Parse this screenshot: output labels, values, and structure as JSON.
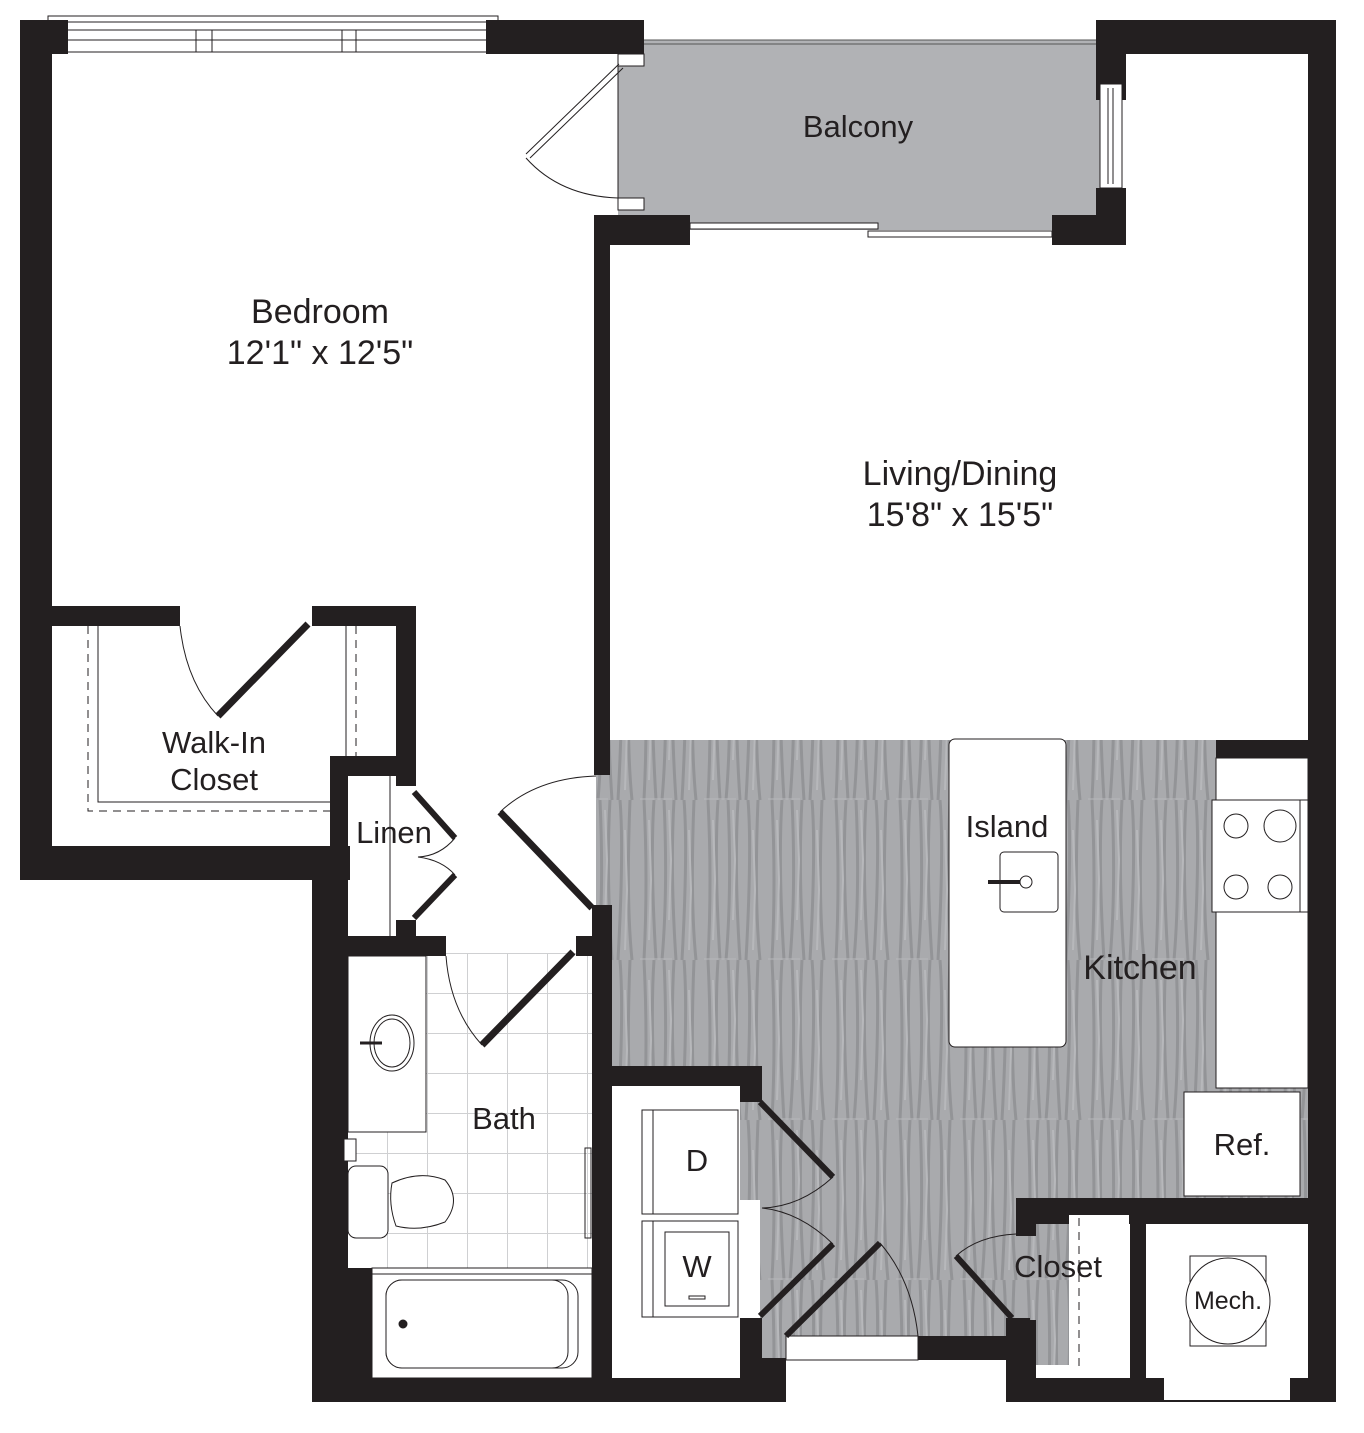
{
  "floorplan": {
    "colors": {
      "wall": "#231f20",
      "balcony": "#b1b2b5",
      "wood_floor": "#a7a8ab",
      "wood_grain": "#939497",
      "tile_grid": "#cfd0d2",
      "background": "#ffffff"
    },
    "rooms": {
      "balcony": {
        "name": "Balcony"
      },
      "bedroom": {
        "name": "Bedroom",
        "dimensions": "12'1\" x 12'5\""
      },
      "living": {
        "name": "Living/Dining",
        "dimensions": "15'8\" x 15'5\""
      },
      "walk_in": {
        "line1": "Walk-In",
        "line2": "Closet"
      },
      "linen": {
        "name": "Linen"
      },
      "island": {
        "name": "Island"
      },
      "kitchen": {
        "name": "Kitchen"
      },
      "bath": {
        "name": "Bath"
      },
      "dryer": {
        "name": "D"
      },
      "washer": {
        "name": "W"
      },
      "ref": {
        "name": "Ref."
      },
      "closet": {
        "name": "Closet"
      },
      "mech": {
        "name": "Mech."
      }
    }
  }
}
